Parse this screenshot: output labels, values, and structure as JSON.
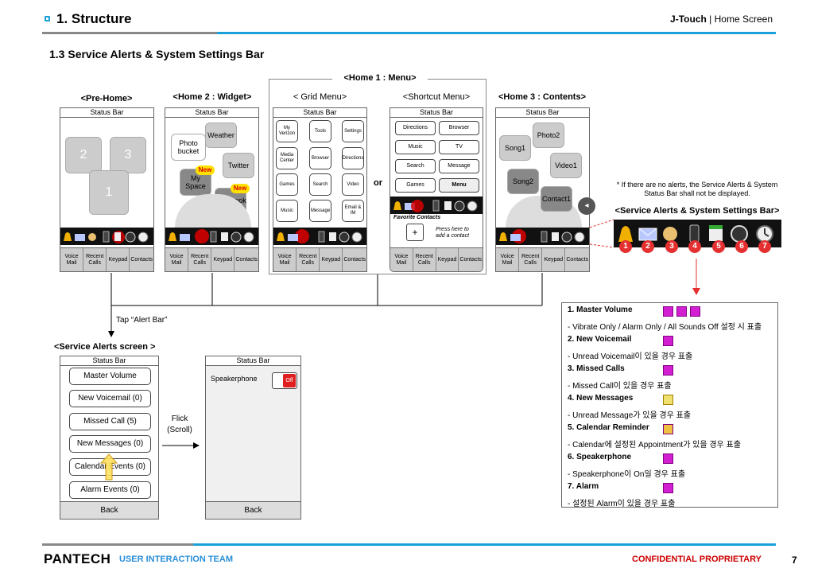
{
  "header": {
    "section": "1. Structure",
    "product": "J-Touch",
    "sep": " | ",
    "page_name": "Home Screen",
    "subtitle": "1.3 Service Alerts & System Settings Bar"
  },
  "footer": {
    "logo": "PANTECH",
    "team": "USER INTERACTION TEAM",
    "confidential": "CONFIDENTIAL PROPRIETARY",
    "page": "7"
  },
  "common": {
    "status_bar": "Status Bar",
    "softkeys": [
      "Voice Mail",
      "Recent Calls",
      "Keypad",
      "Contacts"
    ],
    "back": "Back",
    "or": "or"
  },
  "prehome": {
    "title": "<Pre-Home>",
    "tiles": [
      "2",
      "3",
      "1"
    ]
  },
  "home2": {
    "title": "<Home 2 : Widget>",
    "tiles": [
      "Weather",
      "Photo bucket",
      "Twitter",
      "My Space",
      "Facebook"
    ],
    "new_badge": "New"
  },
  "home1": {
    "title": "<Home 1 : Menu>",
    "grid_title": "< Grid Menu>",
    "grid_items": [
      "My Verizon",
      "Tools",
      "Settings",
      "Media Center",
      "Browser",
      "Directions",
      "Games",
      "Search",
      "Video",
      "Music",
      "Message",
      "Email & IM"
    ],
    "shortcut_title": "<Shortcut Menu>",
    "shortcut_items": [
      "Directions",
      "Browser",
      "Music",
      "TV",
      "Search",
      "Message",
      "Games",
      "Menu"
    ],
    "favorite_contacts": "Favorite Contacts",
    "add_contact": "Press here to add a contact",
    "plus": "+"
  },
  "home3": {
    "title": "<Home 3 : Contents>",
    "tiles": [
      "Photo2",
      "Song1",
      "Video1",
      "Song2",
      "Contact1"
    ]
  },
  "note": "* If there are no alerts, the Service Alerts & System Status Bar shall not be displayed.",
  "alert_bar_title": "<Service Alerts & System Settings Bar>",
  "alert_numbers": [
    "1",
    "2",
    "3",
    "4",
    "5",
    "6",
    "7"
  ],
  "tap_label": "Tap “Alert Bar”",
  "flick_label": "Flick (Scroll)",
  "alerts_screen": {
    "title": "<Service Alerts screen >",
    "items": [
      "Master Volume",
      "New Voicemail (0)",
      "Missed Call (5)",
      "New Messages (0)",
      "Calendar Events (0)",
      "Alarm Events (0)"
    ]
  },
  "speaker_screen": {
    "label": "Speakerphone",
    "toggle": "Off"
  },
  "legend": [
    {
      "heading": "1. Master Volume",
      "desc": "- Vibrate Only / Alarm Only / All Sounds Off 설정 시 표출"
    },
    {
      "heading": "2. New Voicemail",
      "desc": "- Unread Voicemail이 있을 경우 표출"
    },
    {
      "heading": "3. Missed Calls",
      "desc": "- Missed Call이 있을 경우 표출"
    },
    {
      "heading": "4. New Messages",
      "desc": "- Unread Message가 있을 경우 표출"
    },
    {
      "heading": "5. Calendar Reminder",
      "desc": "- Calendar에 설정된 Appointment가 있을 경우 표출"
    },
    {
      "heading": "6. Speakerphone",
      "desc": "- Speakerphone이 On일 경우 표출"
    },
    {
      "heading": "7. Alarm",
      "desc": "- 설정된 Alarm이 있을 경우 표출"
    }
  ],
  "colors": {
    "accent": "#1aa0d8",
    "alert_icon": "#d21fd2",
    "badge_red": "#e43030",
    "confidential": "#cc0000"
  }
}
